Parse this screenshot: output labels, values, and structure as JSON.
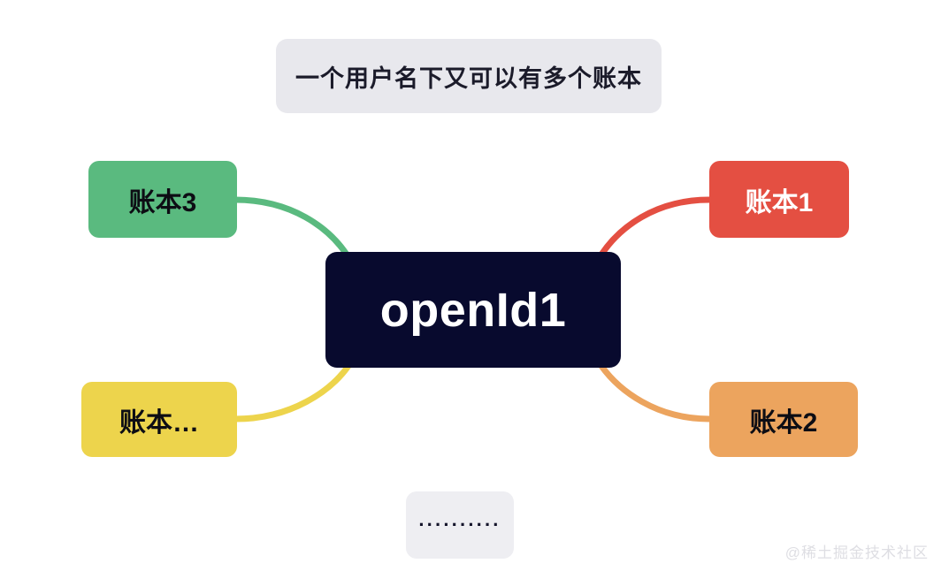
{
  "diagram": {
    "type": "mind-map",
    "header_note": {
      "label": "一个用户名下又可以有多个账本",
      "background": "#e8e8ed",
      "text_color": "#1b1b2a"
    },
    "center": {
      "label": "openId1",
      "background": "#080a2e",
      "text_color": "#ffffff"
    },
    "branches": [
      {
        "id": "branch-top-left",
        "label": "账本3",
        "color": "#5aba7f",
        "text_color": "#0d0d14",
        "side": "left",
        "row": "top"
      },
      {
        "id": "branch-top-right",
        "label": "账本1",
        "color": "#e44f42",
        "text_color": "#ffffff",
        "side": "right",
        "row": "top"
      },
      {
        "id": "branch-bottom-left",
        "label": "账本…",
        "color": "#edd44c",
        "text_color": "#0d0d14",
        "side": "left",
        "row": "bottom"
      },
      {
        "id": "branch-bottom-right",
        "label": "账本2",
        "color": "#eca45e",
        "text_color": "#0d0d14",
        "side": "right",
        "row": "bottom"
      }
    ],
    "footer_note": {
      "label": "··········",
      "background": "#eeeef2",
      "text_color": "#14142b"
    },
    "watermark": "@稀土掘金技术社区",
    "canvas_background": "#ffffff"
  }
}
